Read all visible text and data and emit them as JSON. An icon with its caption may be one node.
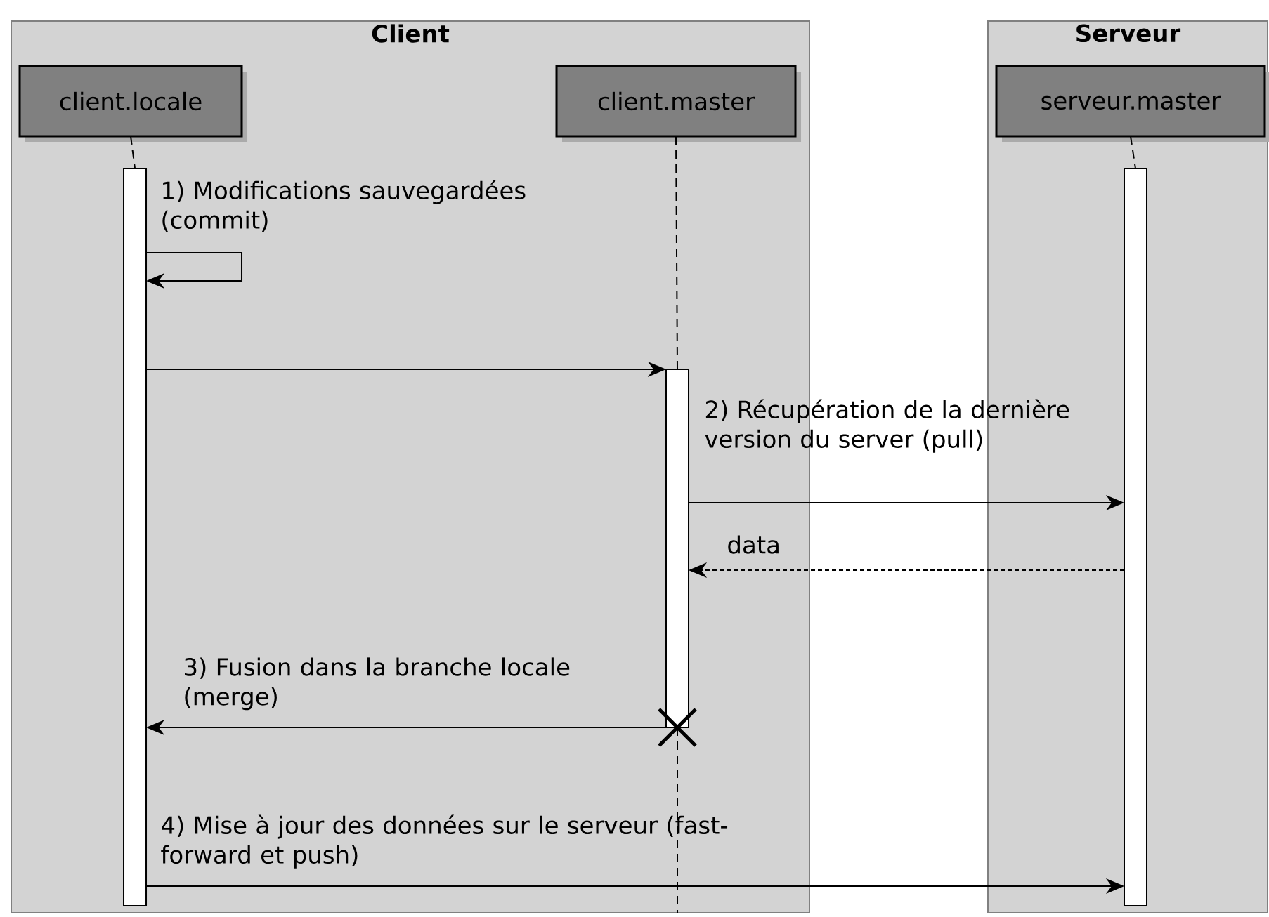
{
  "diagram": {
    "nodes": [
      {
        "text": [
          "Client"
        ]
      },
      {
        "text": [
          "client.locale"
        ],
        "in": 0
      },
      {
        "text": [
          "client.master"
        ],
        "in": 0
      },
      {
        "text": [
          "Serveur"
        ]
      },
      {
        "text": [
          "serveur.master"
        ],
        "in": 3
      },
      {
        "text": [],
        "shape": "bar",
        "in": 0
      },
      {
        "text": [],
        "shape": "bar",
        "in": 0
      },
      {
        "text": [],
        "shape": "bar",
        "in": 3
      }
    ],
    "edges": [
      {
        "from": 1,
        "to": 5,
        "arrow": "none",
        "style": "dashed"
      },
      {
        "from": 2,
        "to": 6,
        "arrow": "none",
        "style": "dashed"
      },
      {
        "from": 4,
        "to": 7,
        "arrow": "none",
        "style": "dashed"
      },
      {
        "from": 5,
        "to": 5,
        "arrow": "to",
        "label": "1) Modifications sauvegardées (commit)"
      },
      {
        "from": 5,
        "to": 6,
        "arrow": "to"
      },
      {
        "from": 6,
        "to": 7,
        "arrow": "to",
        "label": "2) Récupération de la dernière version du server (pull)"
      },
      {
        "from": 7,
        "to": 6,
        "arrow": "to",
        "style": "dashed",
        "label": "data"
      },
      {
        "from": 6,
        "to": 5,
        "arrow": "to",
        "label": "3) Fusion dans la branche locale (merge)"
      },
      {
        "from": 5,
        "to": 7,
        "arrow": "to",
        "label": "4) Mise à jour des données sur le serveur (fast-forward et push)"
      }
    ]
  }
}
